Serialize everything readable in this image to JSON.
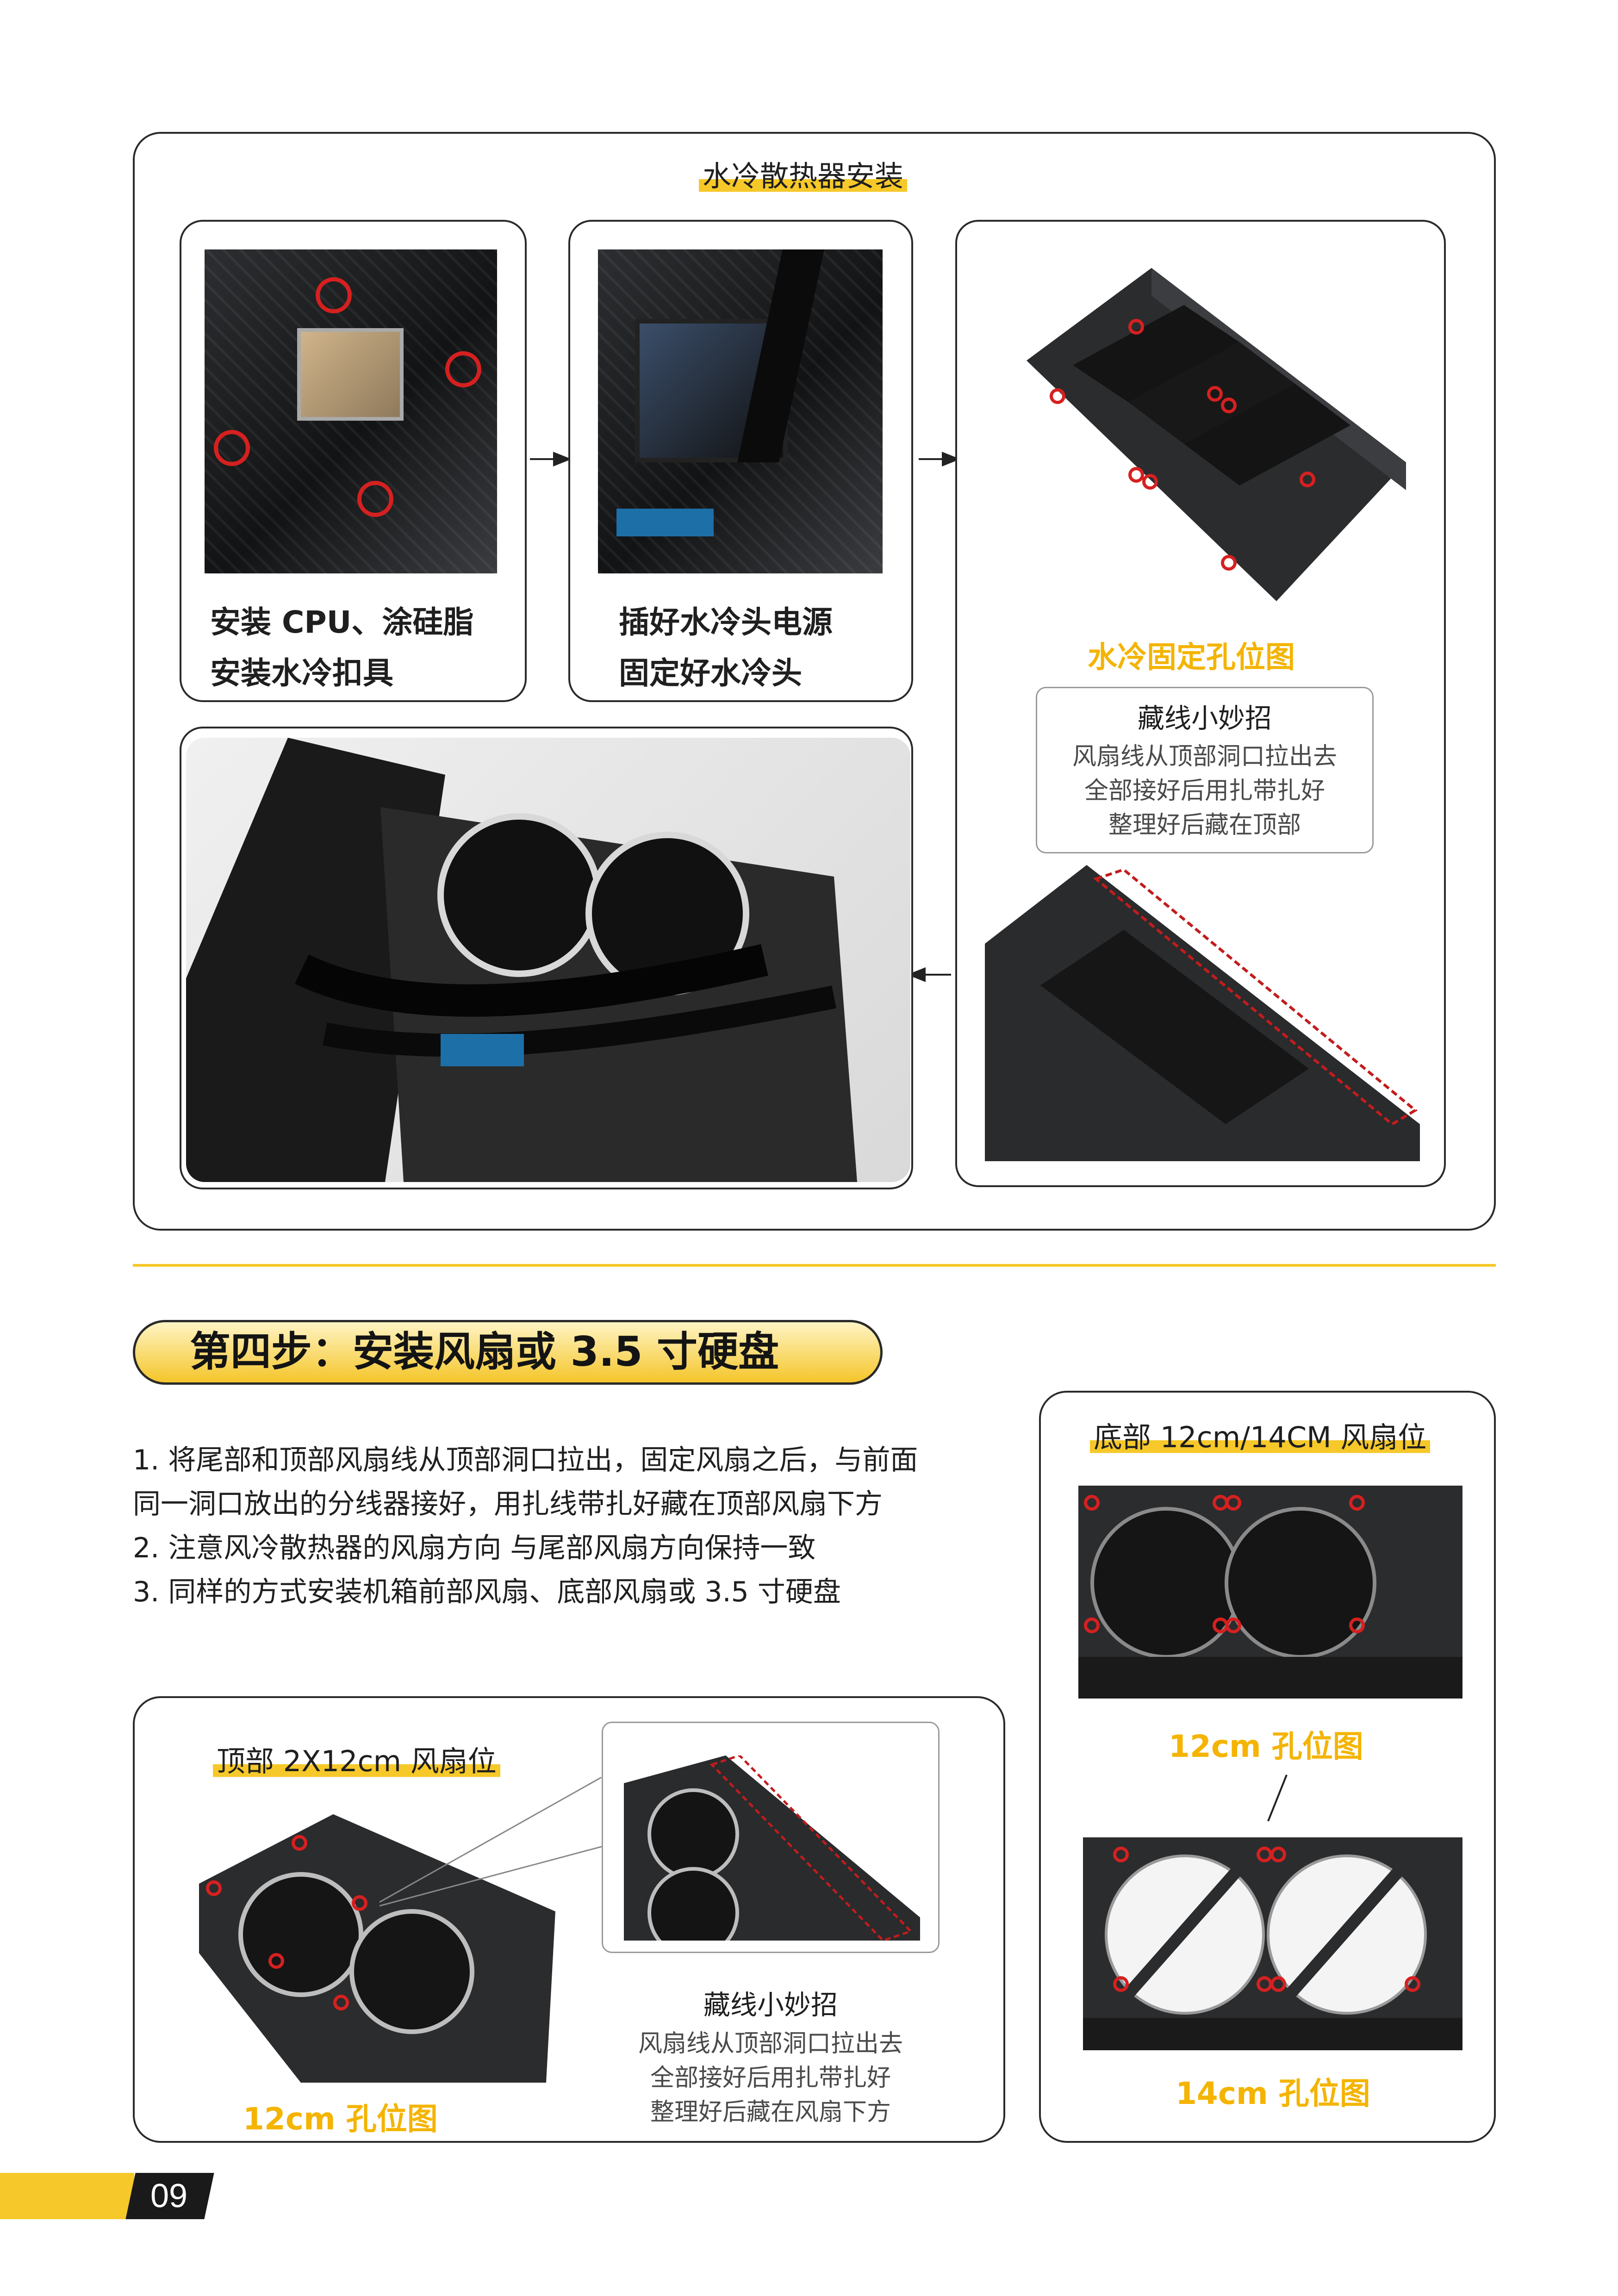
{
  "top_section": {
    "title": "水冷散热器安装",
    "step1": {
      "line1": "安装 CPU、涂硅脂",
      "line2": "安装水冷扣具"
    },
    "step2": {
      "line1": "插好水冷头电源",
      "line2": "固定好水冷头"
    },
    "holes_caption": "水冷固定孔位图",
    "tip": {
      "title": "藏线小妙招",
      "lines": [
        "风扇线从顶部洞口拉出去",
        "全部接好后用扎带扎好",
        "整理好后藏在顶部"
      ]
    }
  },
  "step4": {
    "heading": "第四步：安装风扇或 3.5 寸硬盘",
    "instructions": [
      "1. 将尾部和顶部风扇线从顶部洞口拉出，固定风扇之后，与前面",
      "同一洞口放出的分线器接好，用扎线带扎好藏在顶部风扇下方",
      "2. 注意风冷散热器的风扇方向 与尾部风扇方向保持一致",
      "3. 同样的方式安装机箱前部风扇、底部风扇或 3.5 寸硬盘"
    ]
  },
  "top_fan_box": {
    "title": "顶部 2X12cm 风扇位",
    "caption": "12cm 孔位图",
    "tip": {
      "title": "藏线小妙招",
      "lines": [
        "风扇线从顶部洞口拉出去",
        "全部接好后用扎带扎好",
        "整理好后藏在风扇下方"
      ]
    }
  },
  "bottom_fan_box": {
    "title": "底部 12cm/14CM 风扇位",
    "caption_12": "12cm 孔位图",
    "caption_14": "14cm 孔位图"
  },
  "page_number": "09",
  "colors": {
    "accent": "#f6c829",
    "caption_yellow": "#f4b400",
    "marker_red": "#d62020",
    "frame": "#2a2a2a"
  }
}
